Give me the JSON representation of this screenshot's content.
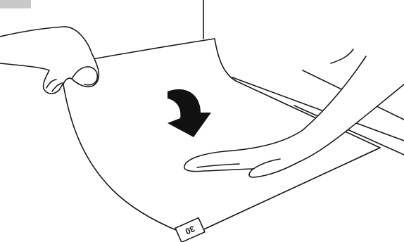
{
  "corner_label": "",
  "sheet_number": "30",
  "watermark_text": "",
  "colors": {
    "line": "#1a1a1a",
    "fill": "#ffffff",
    "arrow": "#111111",
    "tab": "#c8c8c8",
    "watermark": "#f2f2f2"
  },
  "icons": [
    "down-curved-arrow-icon",
    "left-hand",
    "right-hand"
  ]
}
